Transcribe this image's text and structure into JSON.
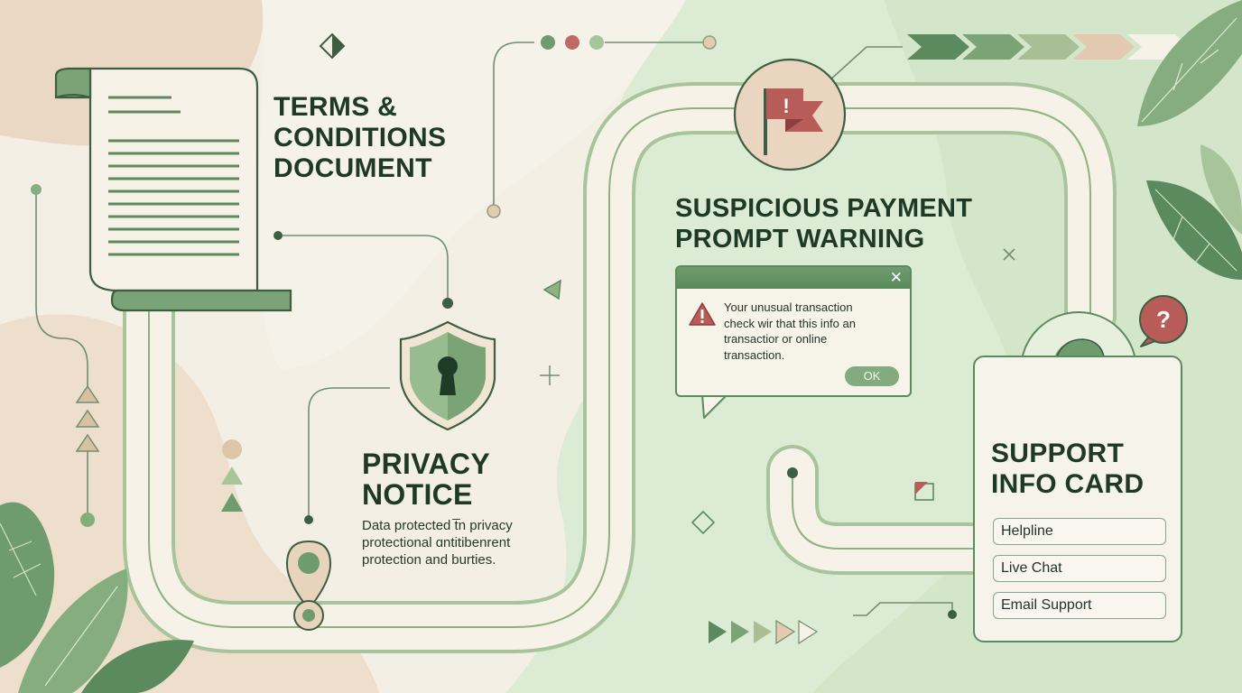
{
  "terms": {
    "title_lines": [
      "TERMS &",
      "CONDITIONS",
      "DOCUMENT"
    ]
  },
  "privacy": {
    "title_lines": [
      "PRIVACY",
      "NOTICE"
    ],
    "body_lines": [
      "Data protected t̅n privacy",
      "protectional ɑntitibenrent",
      "protection and burties."
    ]
  },
  "payment": {
    "title_lines": [
      "SUSPICIOUS PAYMENT",
      "PROMPT WARNING"
    ],
    "dialog": {
      "close_label": "✕",
      "message_lines": [
        "Your unusual transaction",
        "check wir that this info an",
        "transactior or online",
        "transaction."
      ],
      "ok_label": "OK"
    },
    "flag_symbol": "!"
  },
  "support": {
    "title_lines": [
      "SUPPORT",
      "INFO CARD"
    ],
    "options": [
      "Helpline",
      "Live Chat",
      "Email Support"
    ],
    "help_symbol": "?"
  },
  "colors": {
    "green_dark": "#5c8a5f",
    "green_mid": "#86ad80",
    "green_light": "#c9dfc0",
    "peach": "#e9d5c0",
    "red_accent": "#b85c5a",
    "cream": "#f6f3e9"
  },
  "icons": [
    "document-icon",
    "shield-lock-icon",
    "warning-flag-icon",
    "warning-triangle-icon",
    "support-agent-icon",
    "help-bubble-icon",
    "location-pin-icon"
  ]
}
